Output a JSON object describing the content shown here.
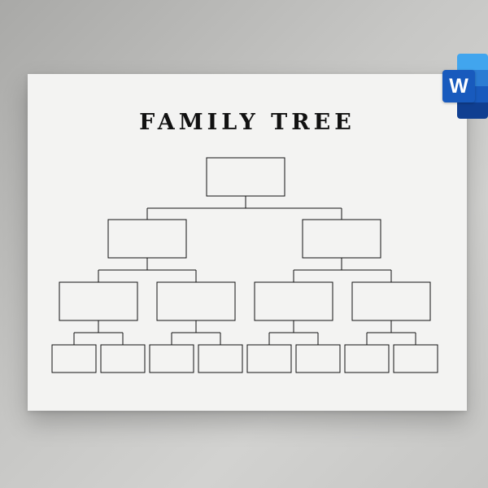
{
  "document": {
    "title": "FAMILY TREE"
  },
  "app_badge": {
    "letter": "W",
    "icon": "microsoft-word-icon",
    "colors": [
      "#41a5ee",
      "#2b7cd3",
      "#185abd",
      "#103f91"
    ]
  },
  "tree": {
    "levels": 4,
    "boxes_per_level": [
      1,
      2,
      4,
      8
    ],
    "line_color": "#111111",
    "box_fill": "#f3f3f2"
  }
}
